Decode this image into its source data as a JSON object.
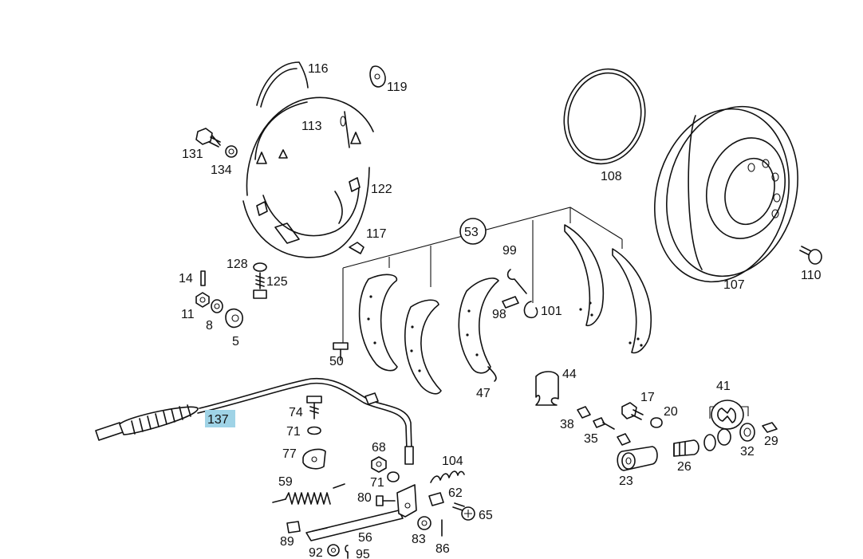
{
  "labels": {
    "p116": "116",
    "p119": "119",
    "p113": "113",
    "p131": "131",
    "p134": "134",
    "p122": "122",
    "p117": "117",
    "p128": "128",
    "p125": "125",
    "p14": "14",
    "p11": "11",
    "p8": "8",
    "p5": "5",
    "p53": "53",
    "p99": "99",
    "p98": "98",
    "p101": "101",
    "p108": "108",
    "p107": "107",
    "p110": "110",
    "p50": "50",
    "p47": "47",
    "p44": "44",
    "p137": "137",
    "p74": "74",
    "p71a": "71",
    "p68": "68",
    "p71b": "71",
    "p77": "77",
    "p59": "59",
    "p104": "104",
    "p80": "80",
    "p62": "62",
    "p65": "65",
    "p56": "56",
    "p89": "89",
    "p83": "83",
    "p92": "92",
    "p95": "95",
    "p86": "86",
    "p17": "17",
    "p20": "20",
    "p38": "38",
    "p35": "35",
    "p41": "41",
    "p29": "29",
    "p32": "32",
    "p26": "26",
    "p23": "23"
  },
  "highlight": {
    "part": "137",
    "color": "#9fd3e6"
  }
}
